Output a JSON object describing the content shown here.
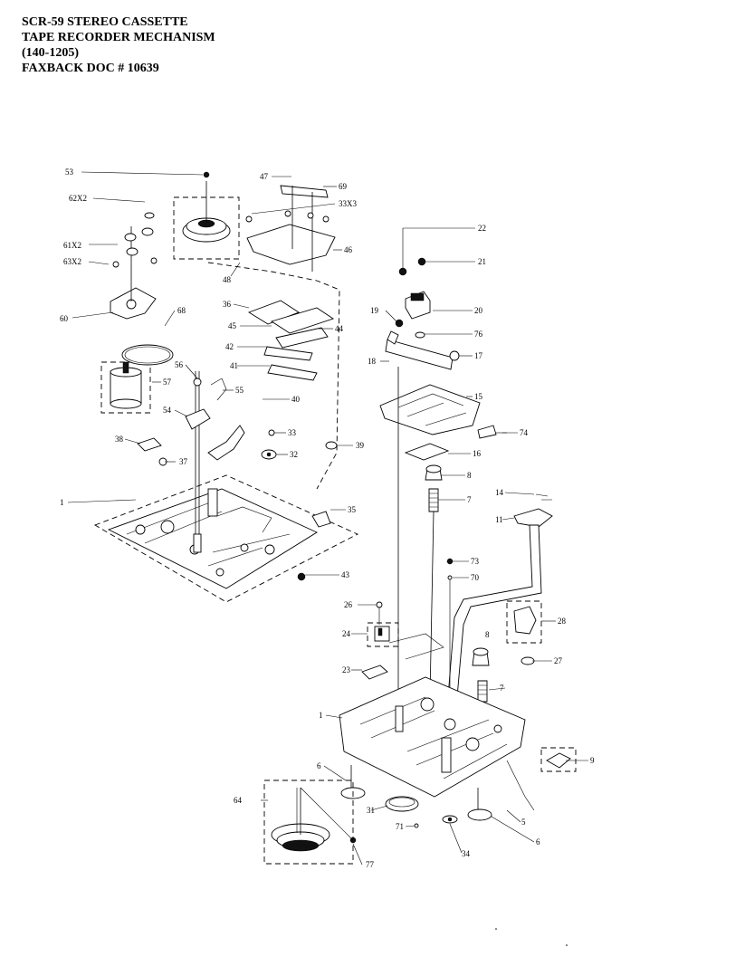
{
  "header": {
    "line1": "SCR-59  STEREO CASSETTE",
    "line2": "TAPE RECORDER MECHANISM",
    "line3": "(140-1205)",
    "line4": "FAXBACK DOC # 10639"
  },
  "labels": {
    "p53": "53",
    "p62x2": "62X2",
    "p61x2": "61X2",
    "p63x2": "63X2",
    "p60": "60",
    "p68": "68",
    "p57": "57",
    "p56": "56",
    "p55": "55",
    "p54": "54",
    "p38": "38",
    "p37": "37",
    "p1a": "1",
    "p48": "48",
    "p47": "47",
    "p69": "69",
    "p33x3": "33X3",
    "p46": "46",
    "p36": "36",
    "p45": "45",
    "p44": "44",
    "p42": "42",
    "p41": "41",
    "p40": "40",
    "p33": "33",
    "p32": "32",
    "p39": "39",
    "p35": "35",
    "p43": "43",
    "p22": "22",
    "p21": "21",
    "p19": "19",
    "p20": "20",
    "p76": "76",
    "p18": "18",
    "p17": "17",
    "p15": "15",
    "p74": "74",
    "p16": "16",
    "p8a": "8",
    "p7a": "7",
    "p14": "14",
    "p11": "11",
    "p73": "73",
    "p70": "70",
    "p26": "26",
    "p24": "24",
    "p23": "23",
    "p28": "28",
    "p8b": "8",
    "p27": "27",
    "p7b": "7",
    "p1b": "1",
    "p9": "9",
    "p6a": "6",
    "p64": "64",
    "p31": "31",
    "p71": "71",
    "p34": "34",
    "p5": "5",
    "p6b": "6",
    "p77": "77"
  }
}
